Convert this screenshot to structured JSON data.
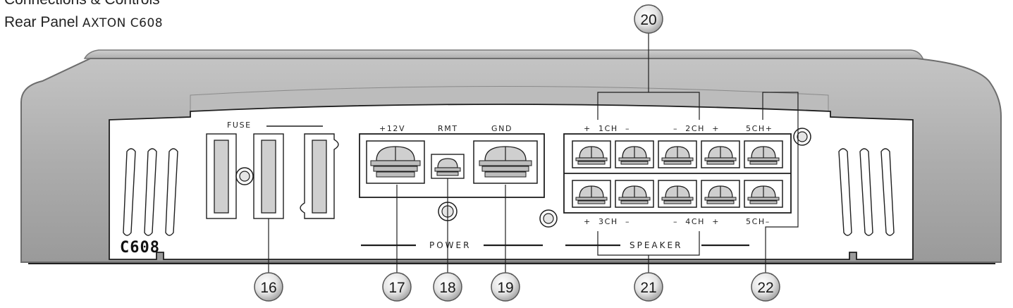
{
  "header": {
    "line1": "Connections & Controls",
    "line2_prefix": "Rear Panel",
    "line2_model": "AXTON C608"
  },
  "panel": {
    "model_badge": "C608",
    "fuse_label": "FUSE",
    "power_label": "POWER",
    "speaker_label": "SPEAKER",
    "power_terminals": [
      "+12V",
      "RMT",
      "GND"
    ],
    "speaker_top": {
      "left": "+  1CH  –",
      "mid": "–  2CH  +",
      "right": "5CH+"
    },
    "speaker_bottom": {
      "left": "+  3CH  –",
      "mid": "–  4CH  +",
      "right": "5CH–"
    }
  },
  "callouts": [
    "16",
    "17",
    "18",
    "19",
    "20",
    "21",
    "22"
  ],
  "colors": {
    "housing": "#b6b6b6",
    "housing_dark": "#8c8c8c",
    "panel": "#ffffff",
    "outline": "#1e1e1e"
  }
}
